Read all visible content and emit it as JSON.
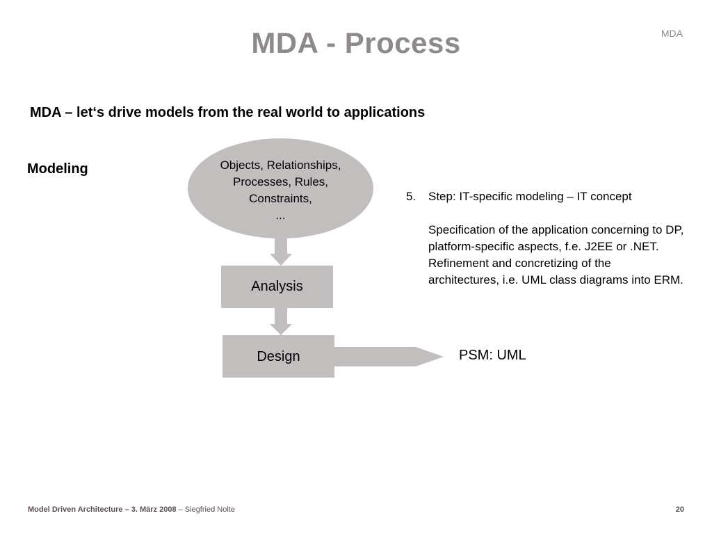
{
  "slide": {
    "title": "MDA - Process",
    "tag": "MDA",
    "subtitle": "MDA – let‘s drive models from the real world to applications",
    "section": "Modeling"
  },
  "diagram": {
    "ellipse_lines": [
      "Objects, Relationships,",
      "Processes, Rules,",
      "Constraints,",
      "..."
    ],
    "analysis_label": "Analysis",
    "design_label": "Design",
    "output_label": "PSM: UML",
    "shape_color": "#c3bebe"
  },
  "step": {
    "number": "5.",
    "heading": "Step: IT-specific modeling – IT concept",
    "description": "Specification of the application concerning to DP, platform-specific aspects, f.e. J2EE or .NET. Refinement and concretizing of the architectures, i.e. UML class diagrams into ERM."
  },
  "footer": {
    "title": "Model Driven Architecture – 3. März 2008",
    "author": " – Siegfried Nolte",
    "page": "20"
  }
}
